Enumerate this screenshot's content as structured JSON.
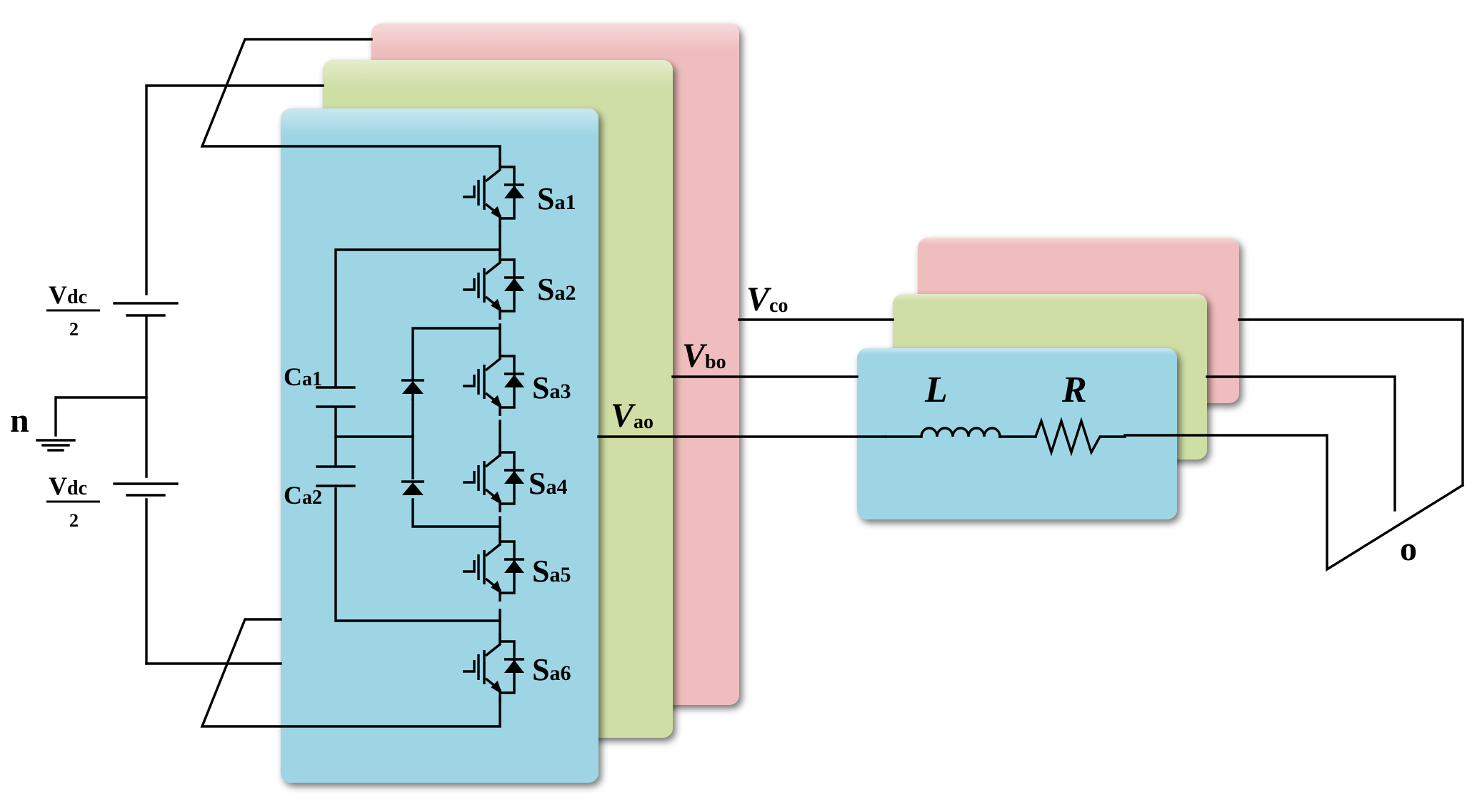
{
  "colors": {
    "phase_a": "#9dd5e5",
    "phase_b": "#cfdea5",
    "phase_c": "#efbdbd",
    "wire": "#000000",
    "background": "#ffffff"
  },
  "dc_source": {
    "upper": {
      "numerator": "V",
      "numerator_sub": "dc",
      "denominator": "2"
    },
    "lower": {
      "numerator": "V",
      "numerator_sub": "dc",
      "denominator": "2"
    },
    "neutral_label": "n"
  },
  "inverter_leg_a": {
    "switches": [
      {
        "main": "S",
        "sub": "a1"
      },
      {
        "main": "S",
        "sub": "a2"
      },
      {
        "main": "S",
        "sub": "a3"
      },
      {
        "main": "S",
        "sub": "a4"
      },
      {
        "main": "S",
        "sub": "a5"
      },
      {
        "main": "S",
        "sub": "a6"
      }
    ],
    "capacitors": [
      {
        "main": "C",
        "sub": "a1"
      },
      {
        "main": "C",
        "sub": "a2"
      }
    ]
  },
  "output_voltages": {
    "a": {
      "main": "V",
      "sub": "ao"
    },
    "b": {
      "main": "V",
      "sub": "bo"
    },
    "c": {
      "main": "V",
      "sub": "co"
    }
  },
  "load": {
    "inductor_label": "L",
    "resistor_label": "R",
    "star_point_label": "o"
  }
}
